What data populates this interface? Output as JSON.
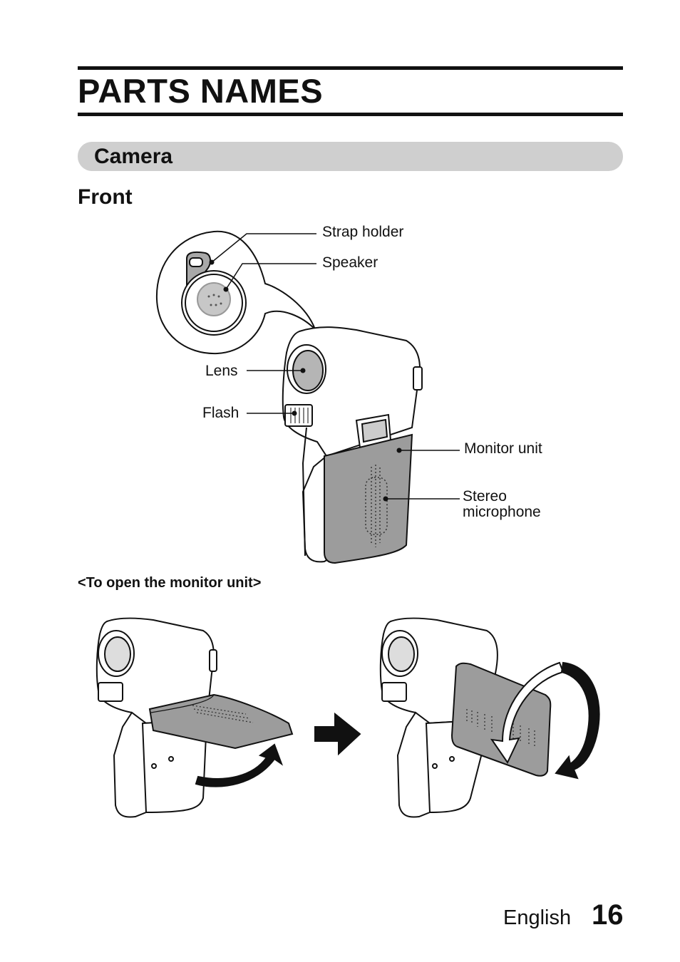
{
  "page": {
    "title": "PARTS NAMES",
    "section": "Camera",
    "subsection": "Front",
    "language": "English",
    "page_number": "16"
  },
  "front_diagram": {
    "labels": {
      "strap_holder": "Strap holder",
      "speaker": "Speaker",
      "lens": "Lens",
      "flash": "Flash",
      "monitor_unit": "Monitor unit",
      "stereo_microphone_line1": "Stereo",
      "stereo_microphone_line2": "microphone"
    }
  },
  "open_monitor": {
    "caption": "<To open the monitor unit>"
  },
  "colors": {
    "text": "#111111",
    "section_bar": "#cfcfcf",
    "monitor_fill": "#9c9c9c",
    "lens_fill": "#b5b5b5"
  }
}
